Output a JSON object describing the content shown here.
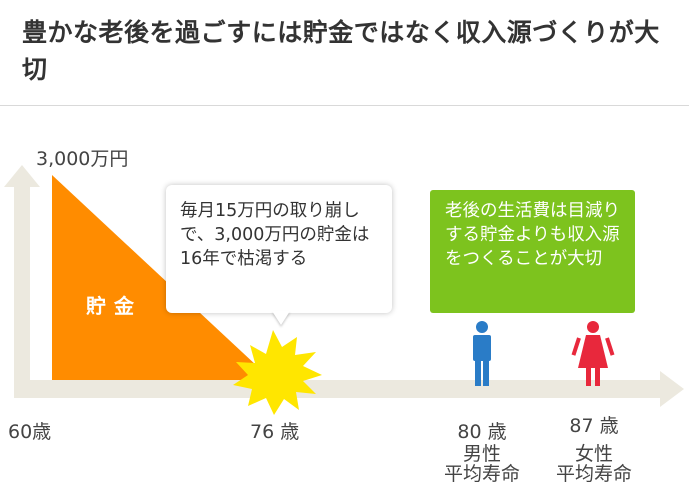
{
  "title": "豊かな老後を過ごすには貯金ではなく収入源づくりが大切",
  "y_top_label": "3,000万円",
  "savings_label": "貯金",
  "bubble_text": "毎月15万円の取り崩しで、3,000万円の貯金は16年で枯渇する",
  "green_box_text": "老後の生活費は目減りする貯金よりも収入源をつくることが大切",
  "age_60": "60歳",
  "age_76": "76 歳",
  "age_80": "80 歳",
  "age_87": "87 歳",
  "male_life": "男性",
  "female_life": "女性",
  "avg_life": "平均寿命",
  "colors": {
    "axis": "#ece9df",
    "savings": "#ff8c00",
    "explosion": "#ffe600",
    "green": "#7dc31e",
    "male": "#2a7cc7",
    "female": "#e8283c"
  },
  "icons": [
    "male-person-icon",
    "female-person-icon",
    "burst-icon"
  ]
}
